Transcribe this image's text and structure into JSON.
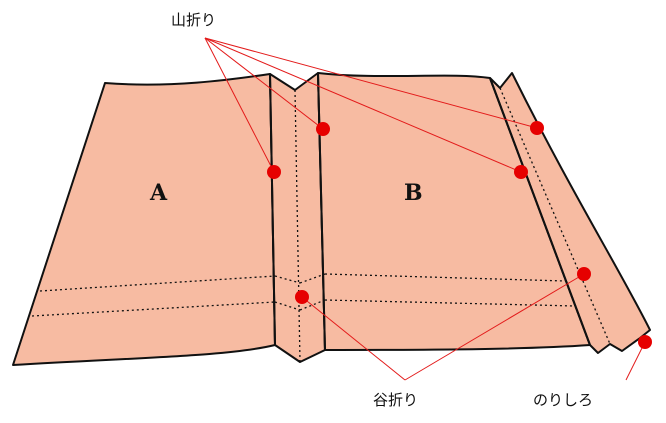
{
  "panels": {
    "a": "A",
    "b": "B"
  },
  "labels": {
    "mountain_fold": "山折り",
    "valley_fold": "谷折り",
    "glue_tab": "のりしろ"
  },
  "colors": {
    "paper": "#F7BBA2",
    "outline": "#111111",
    "marker": "#E60000",
    "leader": "#E31B1B"
  }
}
